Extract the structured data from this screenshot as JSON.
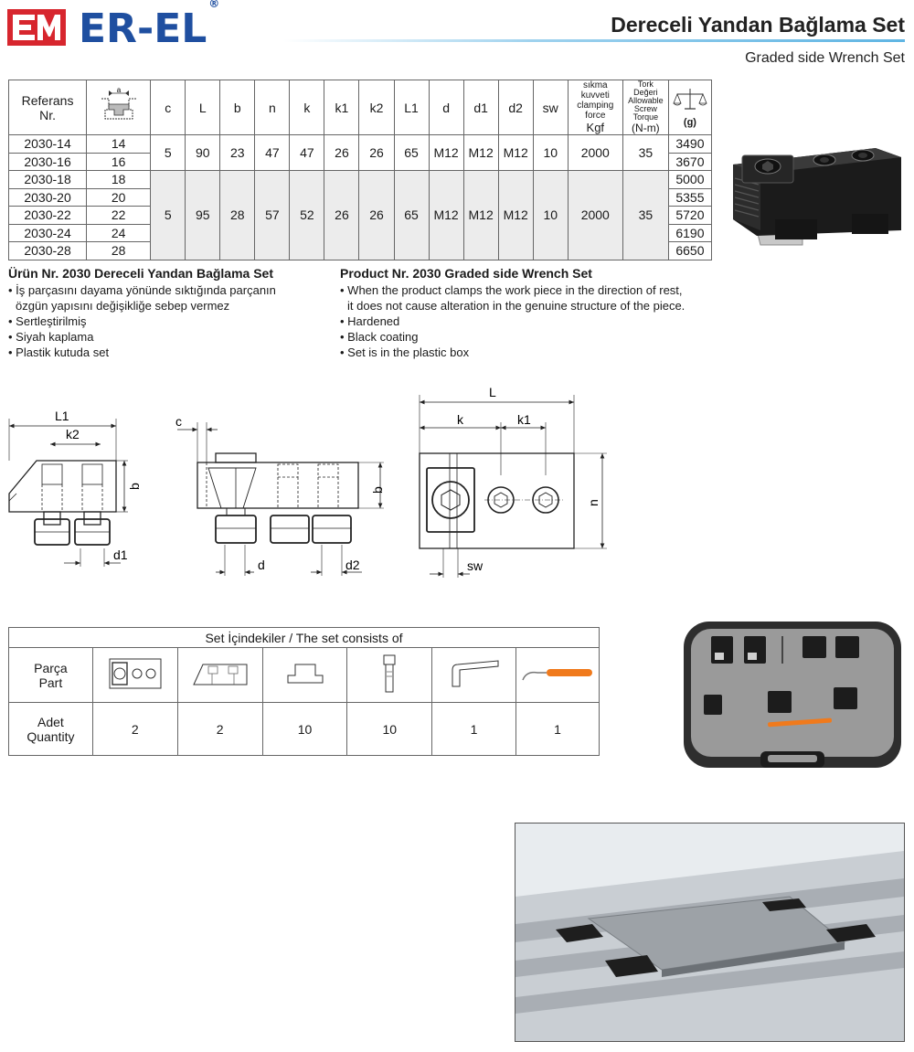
{
  "header": {
    "brand": "ER-EL",
    "registered": "®",
    "title_tr": "Dereceli Yandan Bağlama Set",
    "title_en": "Graded side Wrench Set"
  },
  "spec_table": {
    "headers": {
      "ref_line1": "Referans",
      "ref_line2": "Nr.",
      "a": "a",
      "c": "c",
      "L": "L",
      "b": "b",
      "n": "n",
      "k": "k",
      "k1": "k1",
      "k2": "k2",
      "L1": "L1",
      "d": "d",
      "d1": "d1",
      "d2": "d2",
      "sw": "sw",
      "force_line1": "sıkma kuvveti",
      "force_line2": "clamping force",
      "force_unit": "Kgf",
      "torque_line1": "Tork",
      "torque_line2": "Değeri",
      "torque_line3": "Allowable",
      "torque_line4": "Screw",
      "torque_line5": "Torque",
      "torque_unit": "(N-m)",
      "weight_unit": "(g)"
    },
    "group1": {
      "c": "5",
      "L": "90",
      "b": "23",
      "n": "47",
      "k": "47",
      "k1": "26",
      "k2": "26",
      "L1": "65",
      "d": "M12",
      "d1": "M12",
      "d2": "M12",
      "sw": "10",
      "force": "2000",
      "torque": "35"
    },
    "group2": {
      "c": "5",
      "L": "95",
      "b": "28",
      "n": "57",
      "k": "52",
      "k1": "26",
      "k2": "26",
      "L1": "65",
      "d": "M12",
      "d1": "M12",
      "d2": "M12",
      "sw": "10",
      "force": "2000",
      "torque": "35"
    },
    "rows": [
      {
        "ref": "2030-14",
        "a": "14",
        "weight": "3490"
      },
      {
        "ref": "2030-16",
        "a": "16",
        "weight": "3670"
      },
      {
        "ref": "2030-18",
        "a": "18",
        "weight": "5000"
      },
      {
        "ref": "2030-20",
        "a": "20",
        "weight": "5355"
      },
      {
        "ref": "2030-22",
        "a": "22",
        "weight": "5720"
      },
      {
        "ref": "2030-24",
        "a": "24",
        "weight": "6190"
      },
      {
        "ref": "2030-28",
        "a": "28",
        "weight": "6650"
      }
    ]
  },
  "desc_tr": {
    "heading": "Ürün Nr. 2030 Dereceli Yandan Bağlama Set",
    "b1a": "İş parçasını dayama yönünde sıktığında parçanın",
    "b1b": "özgün yapısını değişikliğe sebep vermez",
    "b2": "Sertleştirilmiş",
    "b3": "Siyah kaplama",
    "b4": "Plastik kutuda set"
  },
  "desc_en": {
    "heading": "Product Nr. 2030 Graded side Wrench Set",
    "b1a": "When the product clamps the work piece in the direction of rest,",
    "b1b": "it does not cause alteration in the genuine structure of the piece.",
    "b2": "Hardened",
    "b3": "Black coating",
    "b4": "Set is in the plastic box"
  },
  "drawing_labels": {
    "L1": "L1",
    "k2": "k2",
    "b_left": "b",
    "d1": "d1",
    "c": "c",
    "b_mid": "b",
    "d": "d",
    "d2": "d2",
    "L": "L",
    "k": "k",
    "k1": "k1",
    "n": "n",
    "sw": "sw"
  },
  "set_table": {
    "title": "Set İçindekiler / The set consists of",
    "part_tr": "Parça",
    "part_en": "Part",
    "qty_tr": "Adet",
    "qty_en": "Quantity",
    "quantities": [
      "2",
      "2",
      "10",
      "10",
      "1",
      "1"
    ]
  },
  "colors": {
    "brand_blue": "#1f4fa0",
    "logo_red": "#d7262e",
    "accent_line": "#5fb5e3",
    "orange_handle": "#f07a1c"
  }
}
